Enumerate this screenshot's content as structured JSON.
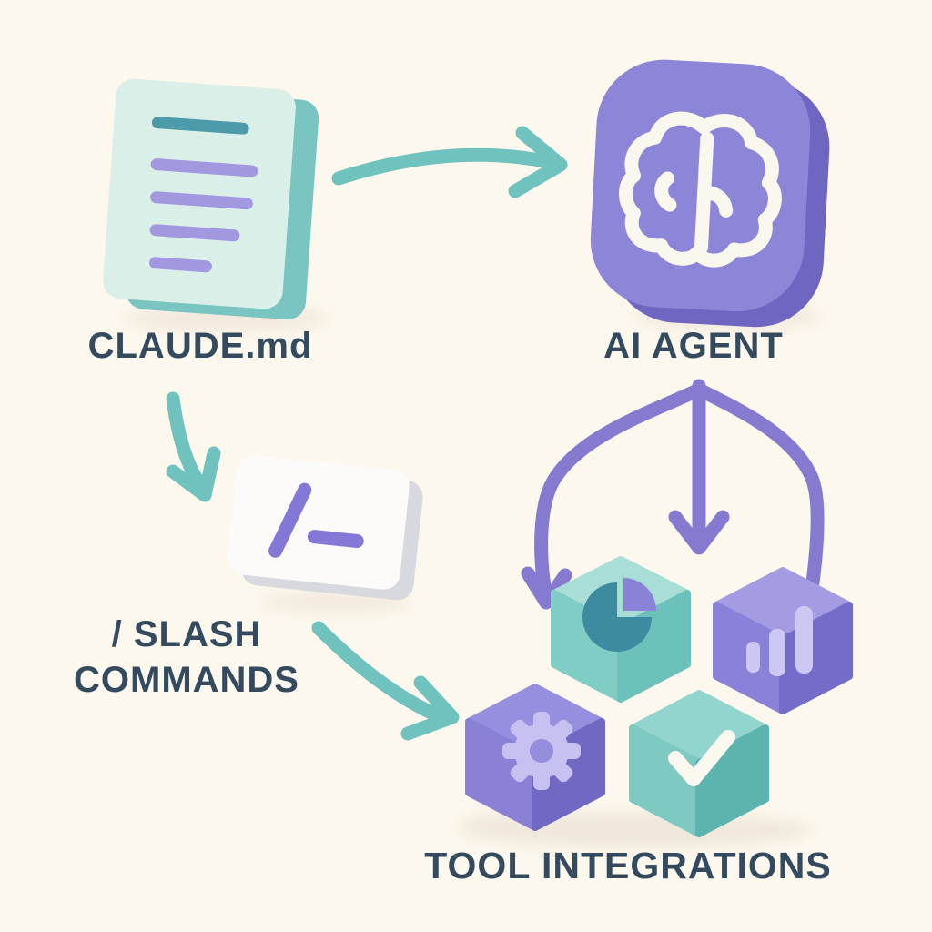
{
  "nodes": {
    "claude_md": {
      "label": "CLAUDE.md"
    },
    "ai_agent": {
      "label": "AI AGENT"
    },
    "slash_commands": {
      "label_line1": "/ SLASH",
      "label_line2": "COMMANDS"
    },
    "tool_integrations": {
      "label": "TOOL INTEGRATIONS"
    }
  },
  "icons": {
    "document": "document-with-text-lines",
    "brain": "brain-outline",
    "slash_card": "slash-command-card",
    "pie_cube": "pie-chart-cube",
    "bar_cube": "bar-chart-cube",
    "gear_cube": "gear-cube",
    "check_cube": "checkmark-cube"
  },
  "connections": [
    {
      "from": "claude_md",
      "to": "ai_agent",
      "style": "teal-curved-arrow"
    },
    {
      "from": "claude_md",
      "to": "slash_commands",
      "style": "teal-curved-arrow"
    },
    {
      "from": "slash_commands",
      "to": "tool_integrations",
      "style": "teal-curved-arrow"
    },
    {
      "from": "ai_agent",
      "to": "tool_integrations",
      "style": "purple-three-branch-arrow"
    }
  ],
  "colors": {
    "background": "#fdf8ee",
    "label_text": "#334a5f",
    "teal_arrow": "#6fc2bd",
    "purple_arrow": "#857acf",
    "mint_face": "#dbefe9",
    "teal_side": "#7ac5c1",
    "doc_line_teal": "#4d9aab",
    "doc_line_purple": "#a198e0",
    "purple_face": "#8d86d8",
    "purple_side": "#6f66c2",
    "brain_white": "#faf7ef",
    "card_white": "#fcfbfa",
    "card_side": "#d7d9de",
    "slash_purple": "#8478d6",
    "pie_dark_teal": "#3d8ba0",
    "pie_slice_purple": "#8a82d7",
    "cube_teal_top": "#a9ded7",
    "cube_purple_top": "#a39ce3",
    "bar_lavender": "#cdc8f3",
    "check_white": "#fbf8f0"
  }
}
